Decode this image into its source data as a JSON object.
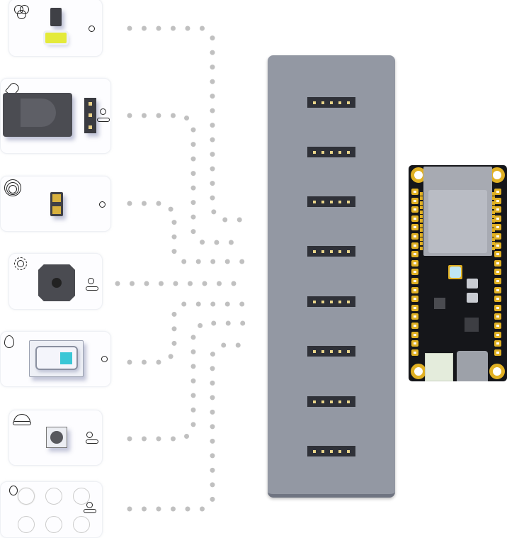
{
  "colors": {
    "wire_dots": "#c0c0c0",
    "panel": "#9398a3",
    "board": "#15161a",
    "pad_gold": "#e0b023",
    "led_yellow": "#e4ea3a",
    "display_cyan": "#3ac7d6"
  },
  "modules": [
    {
      "name": "led-module",
      "icon": "rgb-circles-icon"
    },
    {
      "name": "dc-jack-module",
      "icon": "plug-icon"
    },
    {
      "name": "ir-sensor-module",
      "icon": "signal-rings-icon"
    },
    {
      "name": "buzzer-module",
      "icon": "speaker-icon"
    },
    {
      "name": "flame-sensor-module",
      "icon": "flame-icon"
    },
    {
      "name": "button-module",
      "icon": "button-arc-icon"
    },
    {
      "name": "led-matrix-module",
      "icon": "light-bulb-icon"
    }
  ],
  "hub": {
    "connector_count": 8
  },
  "controller": {
    "name": "esp32-board"
  }
}
